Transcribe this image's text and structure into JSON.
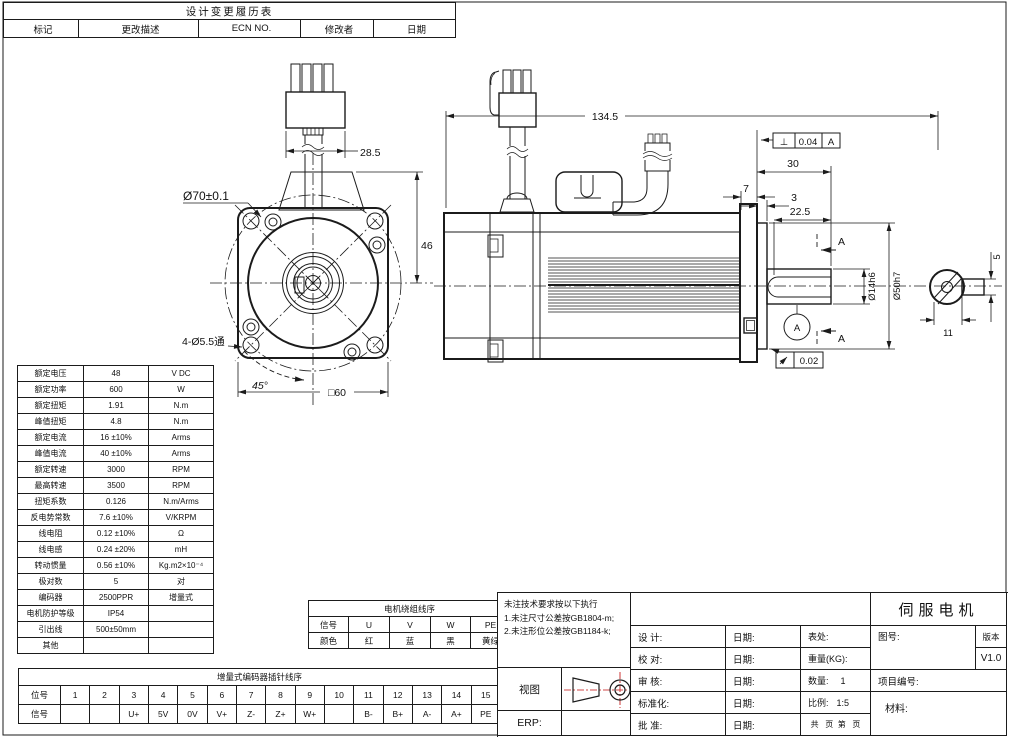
{
  "colors": {
    "line": "#1b1b1b",
    "red": "#d04848"
  },
  "revision_table": {
    "title": "设计变更履历表",
    "headers": [
      "标记",
      "更改描述",
      "ECN NO.",
      "修改者",
      "日期"
    ]
  },
  "dims": {
    "d28_5": "28.5",
    "d70": "Ø70±0.1",
    "d46": "46",
    "holes": "4-Ø5.5通",
    "a45": "45°",
    "sq60": "□60",
    "len": "134.5",
    "d30": "30",
    "d7": "7",
    "d3": "3",
    "d22_5": "22.5",
    "shaft_dia": "Ø14h6",
    "pilot_dia": "Ø50h7",
    "perp_sym": "⊥",
    "perp_val": "0.04",
    "datum": "A",
    "runout_val": "0.02",
    "key_h": "5",
    "key_w": "11",
    "sec": "A"
  },
  "spec_table": {
    "rows": [
      [
        "额定电压",
        "48",
        "V DC"
      ],
      [
        "额定功率",
        "600",
        "W"
      ],
      [
        "额定扭矩",
        "1.91",
        "N.m"
      ],
      [
        "峰值扭矩",
        "4.8",
        "N.m"
      ],
      [
        "额定电流",
        "16 ±10%",
        "Arms"
      ],
      [
        "峰值电流",
        "40 ±10%",
        "Arms"
      ],
      [
        "额定转速",
        "3000",
        "RPM"
      ],
      [
        "最高转速",
        "3500",
        "RPM"
      ],
      [
        "扭矩系数",
        "0.126",
        "N.m/Arms"
      ],
      [
        "反电势常数",
        "7.6 ±10%",
        "V/KRPM"
      ],
      [
        "线电阻",
        "0.12 ±10%",
        "Ω"
      ],
      [
        "线电感",
        "0.24 ±20%",
        "mH"
      ],
      [
        "转动惯量",
        "0.56 ±10%",
        "Kg.m2×10⁻⁴"
      ],
      [
        "极对数",
        "5",
        "对"
      ],
      [
        "编码器",
        "2500PPR",
        "增量式"
      ],
      [
        "电机防护等级",
        "IP54",
        ""
      ],
      [
        "引出线",
        "500±50mm",
        ""
      ],
      [
        "其他",
        "",
        ""
      ]
    ]
  },
  "winding_table": {
    "title": "电机绕组线序",
    "rows": [
      [
        "信号",
        "U",
        "V",
        "W",
        "PE"
      ],
      [
        "颜色",
        "红",
        "蓝",
        "黑",
        "黄绿"
      ]
    ]
  },
  "encoder_table": {
    "title": "增量式编码器插针线序",
    "row_pos": [
      "位号",
      "1",
      "2",
      "3",
      "4",
      "5",
      "6",
      "7",
      "8",
      "9",
      "10",
      "11",
      "12",
      "13",
      "14",
      "15"
    ],
    "row_sig": [
      "信号",
      "",
      "",
      "U+",
      "5V",
      "0V",
      "V+",
      "Z-",
      "Z+",
      "W+",
      "",
      "B-",
      "B+",
      "A-",
      "A+",
      "PE"
    ]
  },
  "title_block": {
    "notes": [
      "未注技术要求按以下执行",
      "1.未注尺寸公差按GB1804-m;",
      "2.未注形位公差按GB1184-k;"
    ],
    "view_label": "视图",
    "erp_label": "ERP:",
    "sign_rows": [
      {
        "label": "设 计:",
        "date": "日期:"
      },
      {
        "label": "校 对:",
        "date": "日期:"
      },
      {
        "label": "审 核:",
        "date": "日期:"
      },
      {
        "label": "标准化:",
        "date": "日期:"
      },
      {
        "label": "批 准:",
        "date": "日期:"
      }
    ],
    "info": {
      "surface": "表处:",
      "weight": "重量(KG):",
      "qty_label": "数量:",
      "qty": "1",
      "scale_label": "比例:",
      "scale": "1:5",
      "pages": "共   页  第   页"
    },
    "product": "伺服电机",
    "drawing_no": "图号:",
    "version_label": "版本",
    "version": "V1.0",
    "project_no": "项目编号:",
    "material": "材料:"
  }
}
